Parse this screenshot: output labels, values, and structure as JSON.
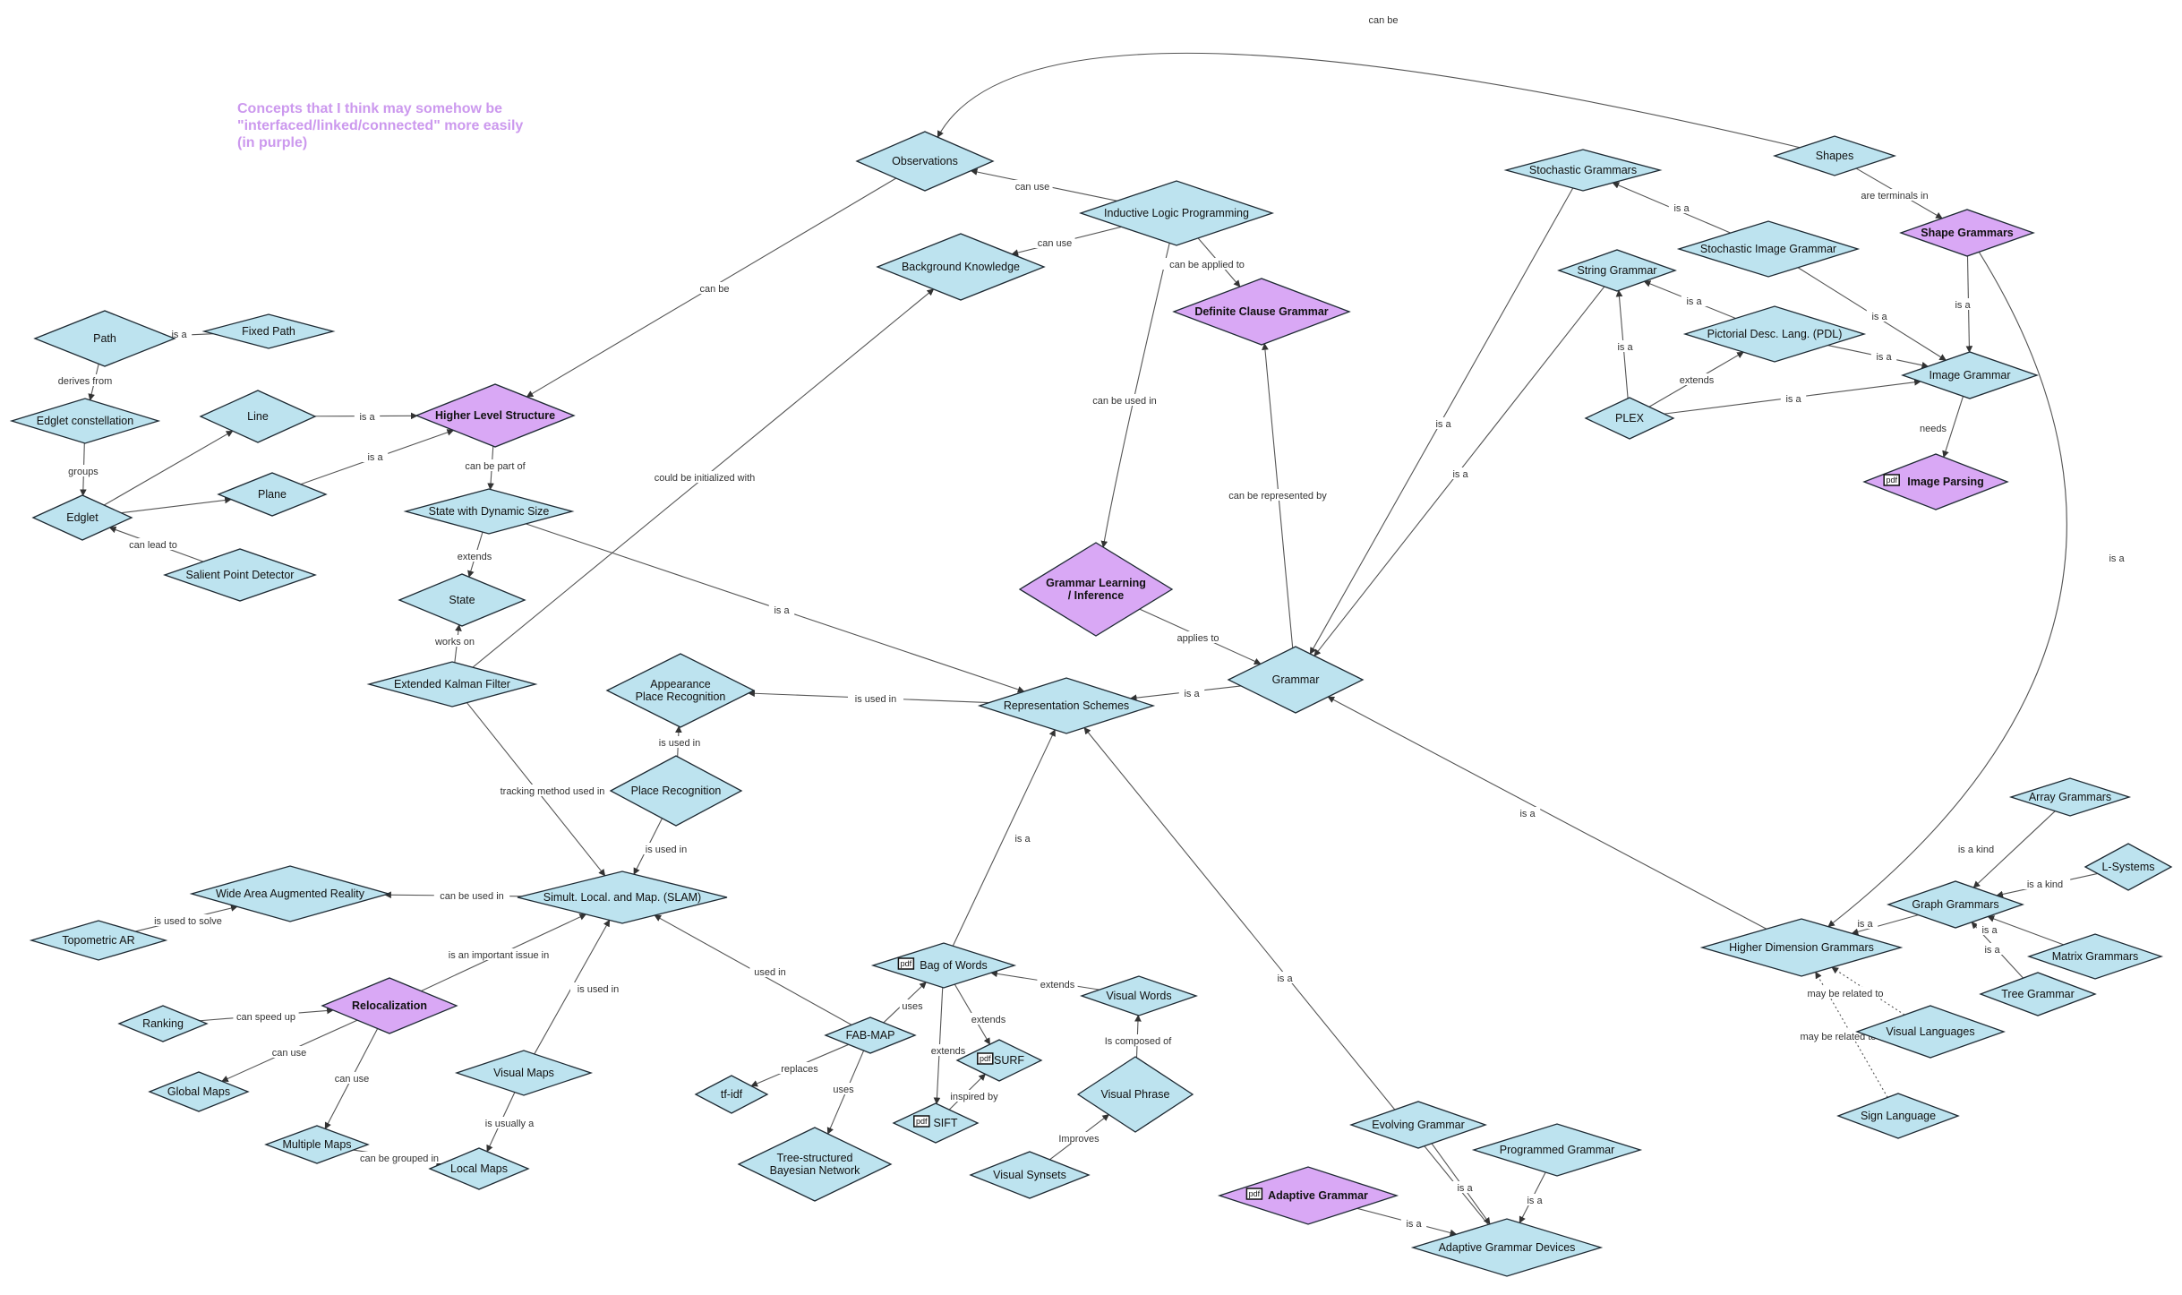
{
  "note": "Concepts that I think may somehow be \"interfaced/linked/connected\" more easily (in purple)",
  "colors": {
    "default_fill": "#bde3ef",
    "highlight_fill": "#d9a8f5",
    "note": "#cc99ee",
    "edge": "#555555"
  },
  "nodes": [
    {
      "id": "path",
      "lines": [
        "Path"
      ]
    },
    {
      "id": "fixed_path",
      "lines": [
        "Fixed Path"
      ]
    },
    {
      "id": "edglet_constellation",
      "lines": [
        "Edglet constellation"
      ]
    },
    {
      "id": "line",
      "lines": [
        "Line"
      ]
    },
    {
      "id": "plane",
      "lines": [
        "Plane"
      ]
    },
    {
      "id": "edglet",
      "lines": [
        "Edglet"
      ]
    },
    {
      "id": "salient_point_detector",
      "lines": [
        "Salient Point Detector"
      ]
    },
    {
      "id": "higher_level_structure",
      "lines": [
        "Higher Level Structure"
      ],
      "highlight": true
    },
    {
      "id": "state_dynamic",
      "lines": [
        "State with Dynamic Size"
      ]
    },
    {
      "id": "state",
      "lines": [
        "State"
      ]
    },
    {
      "id": "ekf",
      "lines": [
        "Extended Kalman Filter"
      ]
    },
    {
      "id": "observations",
      "lines": [
        "Observations"
      ]
    },
    {
      "id": "ilp",
      "lines": [
        "Inductive Logic Programming"
      ]
    },
    {
      "id": "background_knowledge",
      "lines": [
        "Background Knowledge"
      ]
    },
    {
      "id": "dcg",
      "lines": [
        "Definite Clause Grammar"
      ],
      "highlight": true
    },
    {
      "id": "grammar_learning",
      "lines": [
        "Grammar Learning",
        "/ Inference"
      ],
      "highlight": true
    },
    {
      "id": "grammar",
      "lines": [
        "Grammar"
      ]
    },
    {
      "id": "representation_schemes",
      "lines": [
        "Representation Schemes"
      ]
    },
    {
      "id": "appearance_pr",
      "lines": [
        "Appearance",
        "Place Recognition"
      ]
    },
    {
      "id": "place_recognition",
      "lines": [
        "Place Recognition"
      ]
    },
    {
      "id": "slam",
      "lines": [
        "Simult. Local. and Map. (SLAM)"
      ]
    },
    {
      "id": "wide_area_ar",
      "lines": [
        "Wide Area Augmented Reality"
      ]
    },
    {
      "id": "topometric_ar",
      "lines": [
        "Topometric AR"
      ]
    },
    {
      "id": "relocalization",
      "lines": [
        "Relocalization"
      ],
      "highlight": true
    },
    {
      "id": "ranking",
      "lines": [
        "Ranking"
      ]
    },
    {
      "id": "global_maps",
      "lines": [
        "Global Maps"
      ]
    },
    {
      "id": "multiple_maps",
      "lines": [
        "Multiple Maps"
      ]
    },
    {
      "id": "local_maps",
      "lines": [
        "Local Maps"
      ]
    },
    {
      "id": "visual_maps",
      "lines": [
        "Visual Maps"
      ]
    },
    {
      "id": "fab_map",
      "lines": [
        "FAB-MAP"
      ]
    },
    {
      "id": "tf_idf",
      "lines": [
        "tf-idf"
      ]
    },
    {
      "id": "tree_bayes",
      "lines": [
        "Tree-structured",
        "Bayesian Network"
      ]
    },
    {
      "id": "bag_of_words",
      "lines": [
        "Bag of Words"
      ],
      "pdf": true
    },
    {
      "id": "surf",
      "lines": [
        "SURF"
      ],
      "pdf": true
    },
    {
      "id": "sift",
      "lines": [
        "SIFT"
      ],
      "pdf": true
    },
    {
      "id": "visual_words",
      "lines": [
        "Visual Words"
      ]
    },
    {
      "id": "visual_phrase",
      "lines": [
        "Visual Phrase"
      ]
    },
    {
      "id": "visual_synsets",
      "lines": [
        "Visual Synsets"
      ]
    },
    {
      "id": "adaptive_grammar",
      "lines": [
        "Adaptive Grammar"
      ],
      "highlight": true,
      "pdf": true
    },
    {
      "id": "evolving_grammar",
      "lines": [
        "Evolving Grammar"
      ]
    },
    {
      "id": "programmed_grammar",
      "lines": [
        "Programmed Grammar"
      ]
    },
    {
      "id": "adaptive_grammar_devices",
      "lines": [
        "Adaptive Grammar Devices"
      ]
    },
    {
      "id": "stochastic_grammars",
      "lines": [
        "Stochastic Grammars"
      ]
    },
    {
      "id": "string_grammar",
      "lines": [
        "String Grammar"
      ]
    },
    {
      "id": "stochastic_image_grammar",
      "lines": [
        "Stochastic Image Grammar"
      ]
    },
    {
      "id": "pdl",
      "lines": [
        "Pictorial Desc. Lang. (PDL)"
      ]
    },
    {
      "id": "plex",
      "lines": [
        "PLEX"
      ]
    },
    {
      "id": "image_grammar",
      "lines": [
        "Image Grammar"
      ]
    },
    {
      "id": "image_parsing",
      "lines": [
        "Image Parsing"
      ],
      "highlight": true,
      "pdf": true
    },
    {
      "id": "shapes",
      "lines": [
        "Shapes"
      ]
    },
    {
      "id": "shape_grammars",
      "lines": [
        "Shape Grammars"
      ],
      "highlight": true
    },
    {
      "id": "higher_dimension_grammars",
      "lines": [
        "Higher Dimension Grammars"
      ]
    },
    {
      "id": "graph_grammars",
      "lines": [
        "Graph Grammars"
      ]
    },
    {
      "id": "array_grammars",
      "lines": [
        "Array Grammars"
      ]
    },
    {
      "id": "l_systems",
      "lines": [
        "L-Systems"
      ]
    },
    {
      "id": "matrix_grammars",
      "lines": [
        "Matrix Grammars"
      ]
    },
    {
      "id": "tree_grammar",
      "lines": [
        "Tree Grammar"
      ]
    },
    {
      "id": "visual_languages",
      "lines": [
        "Visual Languages"
      ]
    },
    {
      "id": "sign_language",
      "lines": [
        "Sign Language"
      ]
    }
  ],
  "edges": [
    {
      "from": "fixed_path",
      "to": "path",
      "label": "is a"
    },
    {
      "from": "path",
      "to": "edglet_constellation",
      "label": "derives from"
    },
    {
      "from": "edglet_constellation",
      "to": "edglet",
      "label": "groups"
    },
    {
      "from": "edglet",
      "to": "line",
      "label": ""
    },
    {
      "from": "edglet",
      "to": "plane",
      "label": ""
    },
    {
      "from": "salient_point_detector",
      "to": "edglet",
      "label": "can lead to"
    },
    {
      "from": "line",
      "to": "higher_level_structure",
      "label": "is a"
    },
    {
      "from": "plane",
      "to": "higher_level_structure",
      "label": "is a"
    },
    {
      "from": "higher_level_structure",
      "to": "state_dynamic",
      "label": "can be part of"
    },
    {
      "from": "state_dynamic",
      "to": "state",
      "label": "extends"
    },
    {
      "from": "ekf",
      "to": "state",
      "label": "works on"
    },
    {
      "from": "ekf",
      "to": "background_knowledge",
      "label": "could be initialized with"
    },
    {
      "from": "ekf",
      "to": "slam",
      "label": "tracking method used in"
    },
    {
      "from": "observations",
      "to": "higher_level_structure",
      "label": "can be"
    },
    {
      "from": "shapes",
      "to": "observations",
      "label": "can be"
    },
    {
      "from": "ilp",
      "to": "observations",
      "label": "can use"
    },
    {
      "from": "ilp",
      "to": "background_knowledge",
      "label": "can use"
    },
    {
      "from": "ilp",
      "to": "dcg",
      "label": "can be applied to"
    },
    {
      "from": "ilp",
      "to": "grammar_learning",
      "label": "can be used in"
    },
    {
      "from": "grammar",
      "to": "dcg",
      "label": "can be represented by"
    },
    {
      "from": "grammar_learning",
      "to": "grammar",
      "label": "applies to"
    },
    {
      "from": "grammar",
      "to": "representation_schemes",
      "label": "is a"
    },
    {
      "from": "state_dynamic",
      "to": "representation_schemes",
      "label": "is a"
    },
    {
      "from": "representation_schemes",
      "to": "appearance_pr",
      "label": "is used in"
    },
    {
      "from": "place_recognition",
      "to": "appearance_pr",
      "label": "is used in"
    },
    {
      "from": "place_recognition",
      "to": "slam",
      "label": "is used in"
    },
    {
      "from": "slam",
      "to": "wide_area_ar",
      "label": "can be used in"
    },
    {
      "from": "topometric_ar",
      "to": "wide_area_ar",
      "label": "is used to solve"
    },
    {
      "from": "relocalization",
      "to": "slam",
      "label": "is an important issue in"
    },
    {
      "from": "ranking",
      "to": "relocalization",
      "label": "can speed up"
    },
    {
      "from": "relocalization",
      "to": "global_maps",
      "label": "can use"
    },
    {
      "from": "relocalization",
      "to": "multiple_maps",
      "label": "can use"
    },
    {
      "from": "multiple_maps",
      "to": "local_maps",
      "label": "can be grouped in"
    },
    {
      "from": "visual_maps",
      "to": "local_maps",
      "label": "is usually a"
    },
    {
      "from": "visual_maps",
      "to": "slam",
      "label": "is used in"
    },
    {
      "from": "fab_map",
      "to": "slam",
      "label": "used in"
    },
    {
      "from": "fab_map",
      "to": "tf_idf",
      "label": "replaces"
    },
    {
      "from": "fab_map",
      "to": "tree_bayes",
      "label": "uses"
    },
    {
      "from": "fab_map",
      "to": "bag_of_words",
      "label": "uses"
    },
    {
      "from": "bag_of_words",
      "to": "representation_schemes",
      "label": "is a"
    },
    {
      "from": "bag_of_words",
      "to": "surf",
      "label": "extends"
    },
    {
      "from": "bag_of_words",
      "to": "sift",
      "label": "extends"
    },
    {
      "from": "sift",
      "to": "surf",
      "label": "inspired by"
    },
    {
      "from": "visual_words",
      "to": "bag_of_words",
      "label": "extends"
    },
    {
      "from": "visual_phrase",
      "to": "visual_words",
      "label": "Is composed of"
    },
    {
      "from": "visual_synsets",
      "to": "visual_phrase",
      "label": "Improves"
    },
    {
      "from": "adaptive_grammar_devices",
      "to": "representation_schemes",
      "label": "is a"
    },
    {
      "from": "adaptive_grammar",
      "to": "adaptive_grammar_devices",
      "label": "is a"
    },
    {
      "from": "evolving_grammar",
      "to": "adaptive_grammar_devices",
      "label": "is a"
    },
    {
      "from": "programmed_grammar",
      "to": "adaptive_grammar_devices",
      "label": "is a"
    },
    {
      "from": "stochastic_grammars",
      "to": "grammar",
      "label": "is a"
    },
    {
      "from": "string_grammar",
      "to": "grammar",
      "label": "is a"
    },
    {
      "from": "stochastic_image_grammar",
      "to": "stochastic_grammars",
      "label": "is a"
    },
    {
      "from": "stochastic_image_grammar",
      "to": "image_grammar",
      "label": "is a"
    },
    {
      "from": "pdl",
      "to": "string_grammar",
      "label": "is a"
    },
    {
      "from": "pdl",
      "to": "image_grammar",
      "label": "is a"
    },
    {
      "from": "plex",
      "to": "string_grammar",
      "label": "is a"
    },
    {
      "from": "plex",
      "to": "pdl",
      "label": "extends"
    },
    {
      "from": "plex",
      "to": "image_grammar",
      "label": "is a"
    },
    {
      "from": "image_grammar",
      "to": "image_parsing",
      "label": "needs"
    },
    {
      "from": "shapes",
      "to": "shape_grammars",
      "label": "are terminals in"
    },
    {
      "from": "shape_grammars",
      "to": "image_grammar",
      "label": "is a"
    },
    {
      "from": "shape_grammars",
      "to": "higher_dimension_grammars",
      "label": "is a"
    },
    {
      "from": "higher_dimension_grammars",
      "to": "grammar",
      "label": "is a"
    },
    {
      "from": "graph_grammars",
      "to": "higher_dimension_grammars",
      "label": "is a"
    },
    {
      "from": "array_grammars",
      "to": "graph_grammars",
      "label": "is a kind"
    },
    {
      "from": "l_systems",
      "to": "graph_grammars",
      "label": "is a kind"
    },
    {
      "from": "matrix_grammars",
      "to": "graph_grammars",
      "label": "is a"
    },
    {
      "from": "tree_grammar",
      "to": "graph_grammars",
      "label": "is a"
    },
    {
      "from": "visual_languages",
      "to": "higher_dimension_grammars",
      "label": "may be related to",
      "dotted": true
    },
    {
      "from": "sign_language",
      "to": "higher_dimension_grammars",
      "label": "may be related to",
      "dotted": true
    }
  ]
}
